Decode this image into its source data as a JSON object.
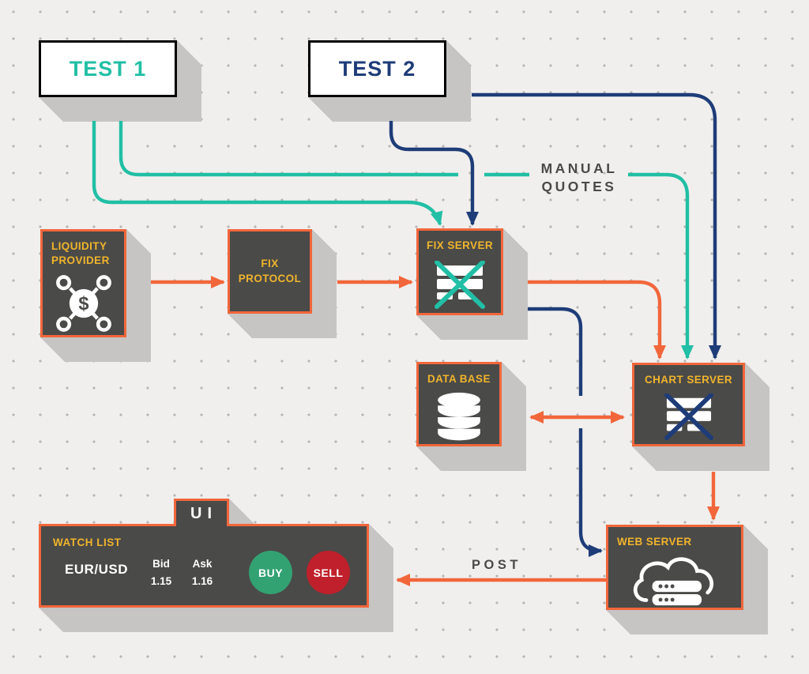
{
  "colors": {
    "background": "#f0efed",
    "dot": "#b7b6b3",
    "shadow": "#c6c5c3",
    "box_dark": "#4a4a48",
    "orange": "#f2663b",
    "teal": "#21bfa5",
    "navy": "#1e3c78",
    "gold": "#f0b42c",
    "buy_green": "#33a273",
    "sell_red": "#c0202b",
    "white": "#ffffff"
  },
  "nodes": {
    "test1": {
      "label": "TEST 1"
    },
    "test2": {
      "label": "TEST 2"
    },
    "liquidity_provider": {
      "label": "LIQUIDITY PROVIDER",
      "icon": "dollar-network-icon"
    },
    "fix_protocol": {
      "label": "FIX PROTOCOL"
    },
    "fix_server": {
      "label": "FIX SERVER",
      "icon": "server-crossed-icon"
    },
    "data_base": {
      "label": "DATA BASE",
      "icon": "database-icon"
    },
    "chart_server": {
      "label": "CHART SERVER",
      "icon": "server-crossed-icon"
    },
    "web_server": {
      "label": "WEB SERVER",
      "icon": "cloud-server-icon"
    }
  },
  "edge_labels": {
    "manual_quotes_line1": "MANUAL",
    "manual_quotes_line2": "QUOTES",
    "post": "POST"
  },
  "ui_panel": {
    "tab": "UI",
    "title": "WATCH LIST",
    "row": {
      "symbol": "EUR/USD",
      "bid_label": "Bid",
      "bid_value": "1.15",
      "ask_label": "Ask",
      "ask_value": "1.16",
      "buy": "BUY",
      "sell": "SELL"
    }
  }
}
